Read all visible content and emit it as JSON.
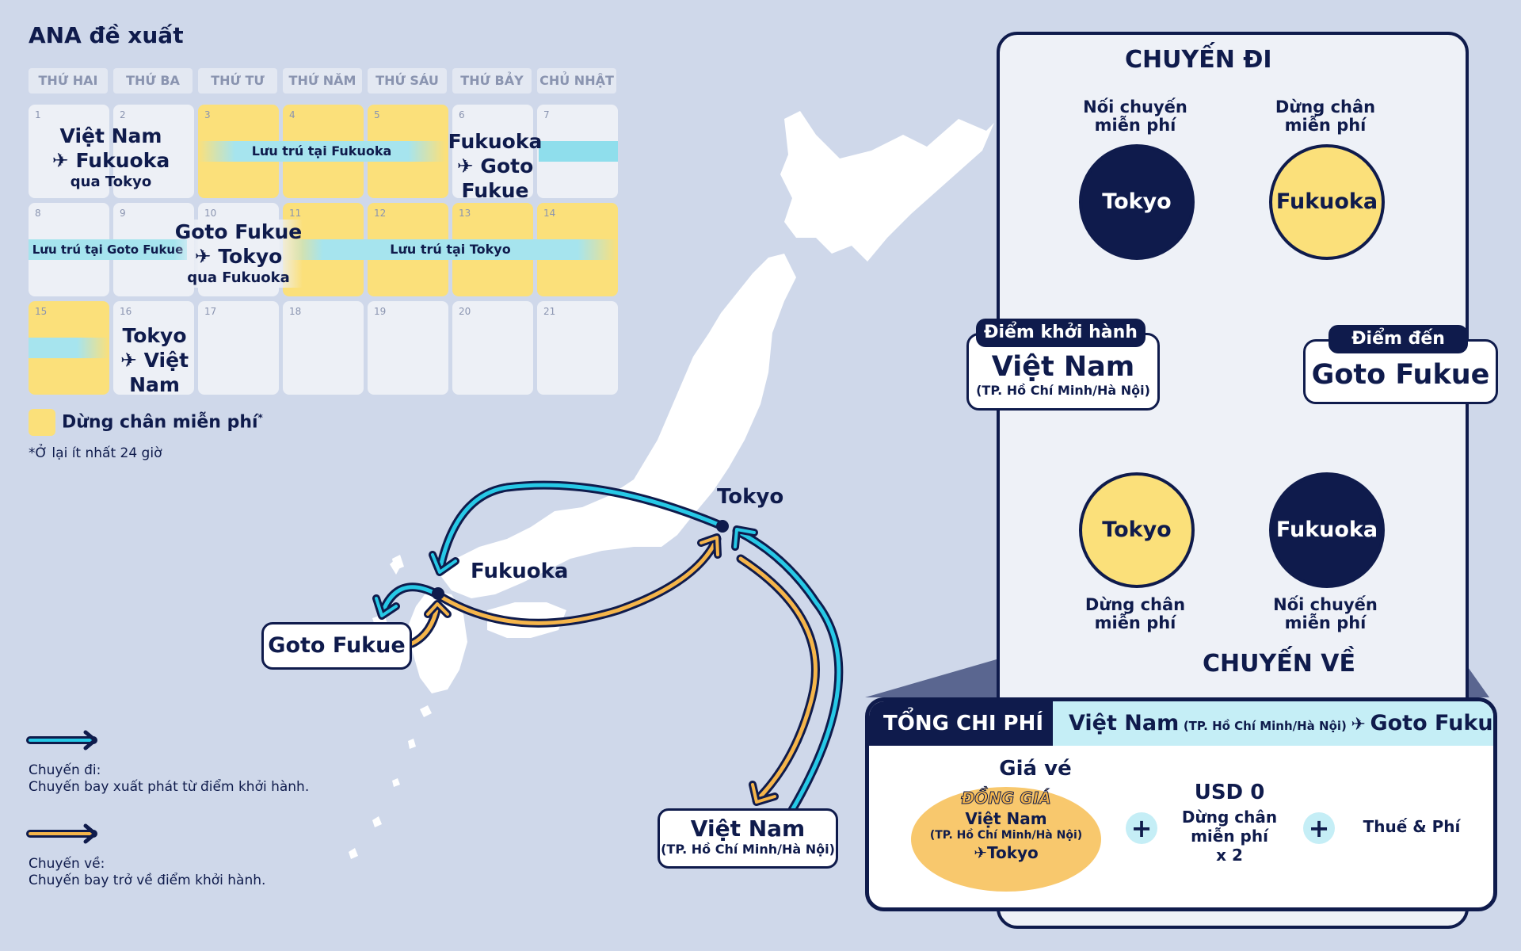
{
  "title": "ANA đề xuất",
  "calendar": {
    "weekdays": [
      "THỨ HAI",
      "THỨ BA",
      "THỨ TƯ",
      "THỨ NĂM",
      "THỨ SÁU",
      "THỨ BẢY",
      "CHỦ NHẬT"
    ],
    "days": [
      "1",
      "2",
      "3",
      "4",
      "5",
      "6",
      "7",
      "8",
      "9",
      "10",
      "11",
      "12",
      "13",
      "14",
      "15",
      "16",
      "17",
      "18",
      "19",
      "20",
      "21"
    ],
    "stay_fukuoka": "Lưu trú tại Fukuoka",
    "stay_goto": "Lưu trú tại Goto Fukue",
    "stay_tokyo": "Lưu trú tại Tokyo",
    "route1": {
      "line1": "Việt Nam",
      "line2": "Fukuoka",
      "via": "qua Tokyo"
    },
    "route2": {
      "line1": "Fukuoka",
      "line2": "Goto Fukue"
    },
    "route3": {
      "line1": "Goto Fukue",
      "line2": "Tokyo",
      "via": "qua Fukuoka"
    },
    "route4": {
      "line1": "Tokyo",
      "line2": "Việt Nam"
    }
  },
  "legend": {
    "stopover": "Dừng chân miễn phí",
    "stopover_mark": "*",
    "footnote": "*Ở lại ít nhất 24 giờ",
    "outbound_title": "Chuyến đi:",
    "outbound_desc": "Chuyến bay xuất phát từ điểm khởi hành.",
    "return_title": "Chuyến về:",
    "return_desc": "Chuyến bay trở về điểm khởi hành."
  },
  "map": {
    "tokyo": "Tokyo",
    "fukuoka": "Fukuoka",
    "goto_fukue": "Goto Fukue",
    "vietnam": "Việt Nam",
    "vietnam_sub": "(TP. Hồ Chí Minh/Hà Nội)"
  },
  "diagram": {
    "outbound_header": "CHUYẾN ĐI",
    "return_header": "CHUYẾN VỀ",
    "free_transfer": "Nối chuyến miễn phí",
    "free_stopover": "Dừng chân miễn phí",
    "tokyo": "Tokyo",
    "fukuoka": "Fukuoka",
    "departure_tag": "Điểm khởi hành",
    "departure": "Việt Nam",
    "departure_sub": "(TP. Hồ Chí Minh/Hà Nội)",
    "destination_tag": "Điểm đến",
    "destination": "Goto Fukue"
  },
  "cost": {
    "header": "TỔNG CHI PHÍ",
    "route_from": "Việt Nam",
    "route_from_sub": "(TP. Hồ Chí Minh/Hà Nội)",
    "route_to": "Goto Fukue",
    "fare_label": "Giá vé",
    "flat_fare": "ĐỒNG GIÁ",
    "fare_from": "Việt Nam",
    "fare_from_sub": "(TP. Hồ Chí Minh/Hà Nội)",
    "fare_to": "Tokyo",
    "plus": "+",
    "stopover_price": "USD 0",
    "stopover_label": "Dừng chân miễn phí",
    "stopover_count": "x 2",
    "tax_label": "Thuế & Phí"
  },
  "colors": {
    "navy": "#0f1b4c",
    "outbound": "#27c9e6",
    "return": "#f5b54a",
    "stopover_yellow": "#fbe07a",
    "background": "#cfd8ea"
  }
}
